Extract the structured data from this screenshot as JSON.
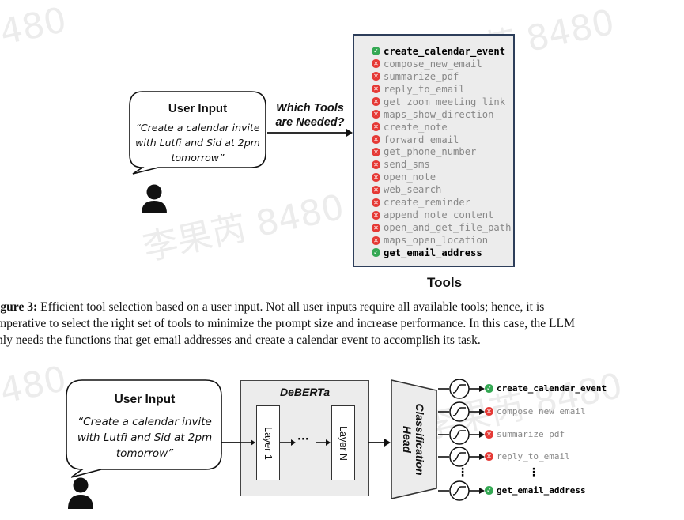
{
  "top": {
    "user_input": {
      "title": "User Input",
      "quote_lines": [
        "“Create a calendar invite",
        "with Lutfi and Sid at 2pm",
        "tomorrow”"
      ]
    },
    "question_lines": [
      "Which Tools",
      "are Needed?"
    ],
    "tools_label": "Tools",
    "tools": [
      {
        "name": "create_calendar_event",
        "selected": true
      },
      {
        "name": "compose_new_email",
        "selected": false
      },
      {
        "name": "summarize_pdf",
        "selected": false
      },
      {
        "name": "reply_to_email",
        "selected": false
      },
      {
        "name": "get_zoom_meeting_link",
        "selected": false
      },
      {
        "name": "maps_show_direction",
        "selected": false
      },
      {
        "name": "create_note",
        "selected": false
      },
      {
        "name": "forward_email",
        "selected": false
      },
      {
        "name": "get_phone_number",
        "selected": false
      },
      {
        "name": "send_sms",
        "selected": false
      },
      {
        "name": "open_note",
        "selected": false
      },
      {
        "name": "web_search",
        "selected": false
      },
      {
        "name": "create_reminder",
        "selected": false
      },
      {
        "name": "append_note_content",
        "selected": false
      },
      {
        "name": "open_and_get_file_path",
        "selected": false
      },
      {
        "name": "maps_open_location",
        "selected": false
      },
      {
        "name": "get_email_address",
        "selected": true
      }
    ]
  },
  "caption": {
    "label": "igure 3:",
    "lines": [
      " Efficient tool selection based on a user input.  Not all user inputs require all available tools; hence, it is",
      "mperative to select the right set of tools to minimize the prompt size and increase performance. In this case, the LLM",
      "nly needs the functions that get email addresses and create a calendar event to accomplish its task."
    ]
  },
  "bottom": {
    "user_input": {
      "title": "User Input",
      "quote_lines": [
        "“Create a calendar invite",
        "with Lutfi and Sid at 2pm",
        "tomorrow”"
      ]
    },
    "model_title": "DeBERTa",
    "layer_first": "Layer 1",
    "layer_last": "Layer N",
    "ellipsis": "···",
    "head_lines": [
      "Classification",
      "Head"
    ],
    "vertical_ellipsis": "⋮",
    "outputs": [
      {
        "name": "create_calendar_event",
        "selected": true
      },
      {
        "name": "compose_new_email",
        "selected": false
      },
      {
        "name": "summarize_pdf",
        "selected": false
      },
      {
        "name": "reply_to_email",
        "selected": false
      },
      {
        "name": "get_email_address",
        "selected": true
      }
    ]
  },
  "watermarks": [
    "480",
    "李果芮 8480",
    "李果芮 8480",
    "480",
    "李果芮 8480"
  ],
  "colors": {
    "check": "#34a853",
    "cross": "#e53935",
    "box_fill": "#ececec",
    "tools_border": "#2d3e5a"
  }
}
